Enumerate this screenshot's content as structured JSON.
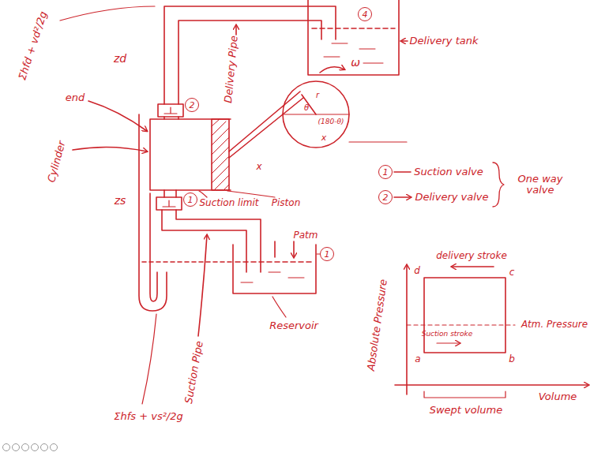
{
  "diagram": {
    "nodes": [
      {
        "text": [
          "4"
        ]
      },
      {
        "text": [
          "2"
        ]
      },
      {
        "text": [
          "1"
        ]
      },
      {
        "text": [
          "1"
        ]
      },
      {
        "text": [
          "1"
        ]
      },
      {
        "text": [
          "2"
        ]
      }
    ],
    "labels": [
      "Σhfd + vd²/2g",
      "zd",
      "Delivery Pipe",
      "Delivery tank",
      "ω",
      "θ",
      "r",
      "(180-θ)",
      "x",
      "end",
      "Cylinder",
      "x",
      "Suction limit",
      "Piston",
      "zs",
      "Patm",
      "Reservoir",
      "Suction Pipe",
      "Σhfs + vs²/2g",
      "Suction valve",
      "Delivery valve",
      "One way valve",
      "Absolute Pressure",
      "delivery stroke",
      "Suction stroke",
      "Atm. Pressure",
      "Swept volume",
      "Volume",
      "a",
      "b",
      "c",
      "d"
    ]
  }
}
